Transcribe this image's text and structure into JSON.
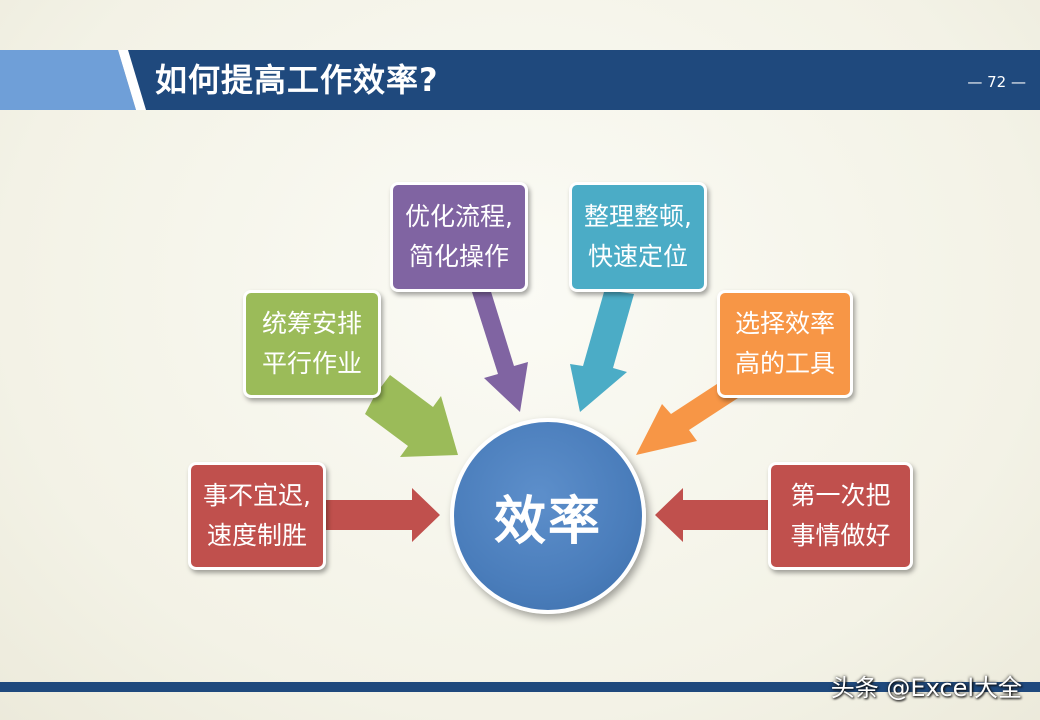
{
  "slide": {
    "title": "如何提高工作效率?",
    "page_number": "— 72 —",
    "watermark": "头条 @Excel大全"
  },
  "diagram": {
    "center": "效率",
    "items": [
      {
        "text": "事不宜迟,\n速度制胜",
        "color": "#c0504d"
      },
      {
        "text": "统筹安排\n平行作业",
        "color": "#9bbb59"
      },
      {
        "text": "优化流程,\n简化操作",
        "color": "#8064a2"
      },
      {
        "text": "整理整顿,\n快速定位",
        "color": "#4bacc6"
      },
      {
        "text": "选择效率\n高的工具",
        "color": "#f79646"
      },
      {
        "text": "第一次把\n事情做好",
        "color": "#c0504d"
      }
    ]
  }
}
